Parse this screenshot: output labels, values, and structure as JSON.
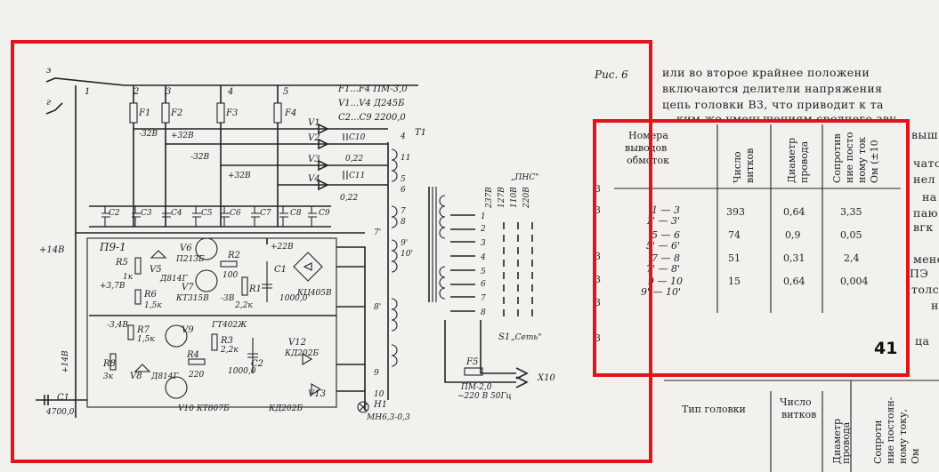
{
  "figure": {
    "caption": "Рис. 6",
    "legend": {
      "line1": "F1...F4  ПМ-3,0",
      "line2": "V1...V4  Д245Б",
      "line3": "C2...C9  2200,0"
    },
    "terminals_top": [
      "1",
      "2",
      "3",
      "4",
      "5"
    ],
    "fuses": [
      "F1",
      "F2",
      "F3",
      "F4"
    ],
    "voltages": {
      "v32a": "-32В",
      "v32b": "+32В",
      "v32c": "-32В",
      "v32d": "+32В",
      "v14": "+14В",
      "v37": "+3,7В",
      "v22": "+22В",
      "v3": "-3В",
      "v34": "-3,4В",
      "v14b": "+14В"
    },
    "diodes": [
      "V1",
      "V2",
      "V3",
      "V4"
    ],
    "caps_top": [
      "C10",
      "0,22",
      "C11",
      "0,22"
    ],
    "caps_row": [
      "C2",
      "C3",
      "C4",
      "C5",
      "C6",
      "C7",
      "C8",
      "C9"
    ],
    "module": "П9-1",
    "parts": {
      "v6": "V6",
      "v6_type": "П213Б",
      "v5": "V5",
      "v5_type": "Д814Г",
      "r5": "R5",
      "r5_val": "1к",
      "r6": "R6",
      "r6_val": "1,5к",
      "r2": "R2",
      "r2_val": "100",
      "v7": "V7",
      "v7_type": "КТ315В",
      "r1": "R1",
      "r1_val": "2,2к",
      "c1b": "C1",
      "c1b_val": "1000,0",
      "bridge": "КЦ405В",
      "v9": "V9",
      "v9_type": "ГТ402Ж",
      "r7": "R7",
      "r7_val": "1,5к",
      "r3": "R3",
      "r3_val": "2,2к",
      "r4": "R4",
      "r4_val": "220",
      "r8": "R8",
      "r8_val": "3к",
      "v8": "V8",
      "v8_type": "Д814Г",
      "c2b": "C2",
      "c2b_val": "1000,0",
      "v12": "V12",
      "v12_type": "КД202Б",
      "v13": "V13",
      "v10": "V10 КТ807Б",
      "kd": "КД202Б",
      "c1": "C1",
      "c1_val": "4700,0",
      "h1": "H1",
      "h1_type": "МН6,3-0,3",
      "t1": "T1",
      "f5": "F5",
      "f5_type": "ПМ-2,0",
      "s1": "S1",
      "set": "„Сеть\"",
      "x10": "X10",
      "ac": "~220 В 50Гц",
      "pns": "„ПНС\"",
      "taps": [
        "237В",
        "127В",
        "110В",
        "220В"
      ]
    },
    "winding_pins": [
      "4",
      "11",
      "5",
      "6",
      "7",
      "8",
      "7'",
      "8'",
      "9",
      "10",
      "9'",
      "10'",
      "1",
      "2",
      "3",
      "4",
      "5",
      "6",
      "7",
      "8"
    ]
  },
  "text_column": {
    "lines": [
      "или во второе крайнее положени",
      "включаются делители напряжения",
      "цепь головки В3, что приводит к та",
      "ким же уменьшениям среднего зву",
      "выш",
      "чато",
      "нел",
      "на",
      "паю",
      "вгк",
      "мене",
      "ПЭ",
      "толс",
      "н",
      "ца"
    ]
  },
  "table": {
    "headers": {
      "col1": [
        "Номера",
        "выводов",
        "обмоток"
      ],
      "col2": [
        "Число",
        "витков"
      ],
      "col3": [
        "Диаметр",
        "провода"
      ],
      "col4": [
        "Сопротив",
        "ние посто",
        "ному ток",
        "Ом (±10"
      ]
    },
    "rows": [
      {
        "pins": "1 — 3",
        "turns": "393",
        "diameter": "0,64",
        "resistance": "3,35"
      },
      {
        "pins": "1' — 3'",
        "turns": "",
        "diameter": "",
        "resistance": ""
      },
      {
        "pins": "5 — 6",
        "turns": "74",
        "diameter": "0,9",
        "resistance": "0,05"
      },
      {
        "pins": "5' — 6'",
        "turns": "",
        "diameter": "",
        "resistance": ""
      },
      {
        "pins": "7 — 8",
        "turns": "51",
        "diameter": "0,31",
        "resistance": "2,4"
      },
      {
        "pins": "7' — 8'",
        "turns": "",
        "diameter": "",
        "resistance": ""
      },
      {
        "pins": "9 — 10",
        "turns": "15",
        "diameter": "0,64",
        "resistance": "0,004"
      },
      {
        "pins": "9' — 10'",
        "turns": "",
        "diameter": "",
        "resistance": ""
      }
    ],
    "page_number": "41",
    "row_marks": [
      "3",
      "3",
      "3",
      "3",
      "3",
      "3"
    ]
  },
  "bottom_table": {
    "col1": "Тип головки",
    "col2": [
      "Число",
      "витков"
    ],
    "col3": [
      "Диаметр",
      "провода"
    ],
    "col4": [
      "Сопроти",
      "ние постоян-",
      "ному току,",
      "Ом"
    ]
  },
  "colors": {
    "highlight_frame": "#e2141b",
    "paper": "#f3f1ed",
    "ink": "#1d1d1d"
  }
}
